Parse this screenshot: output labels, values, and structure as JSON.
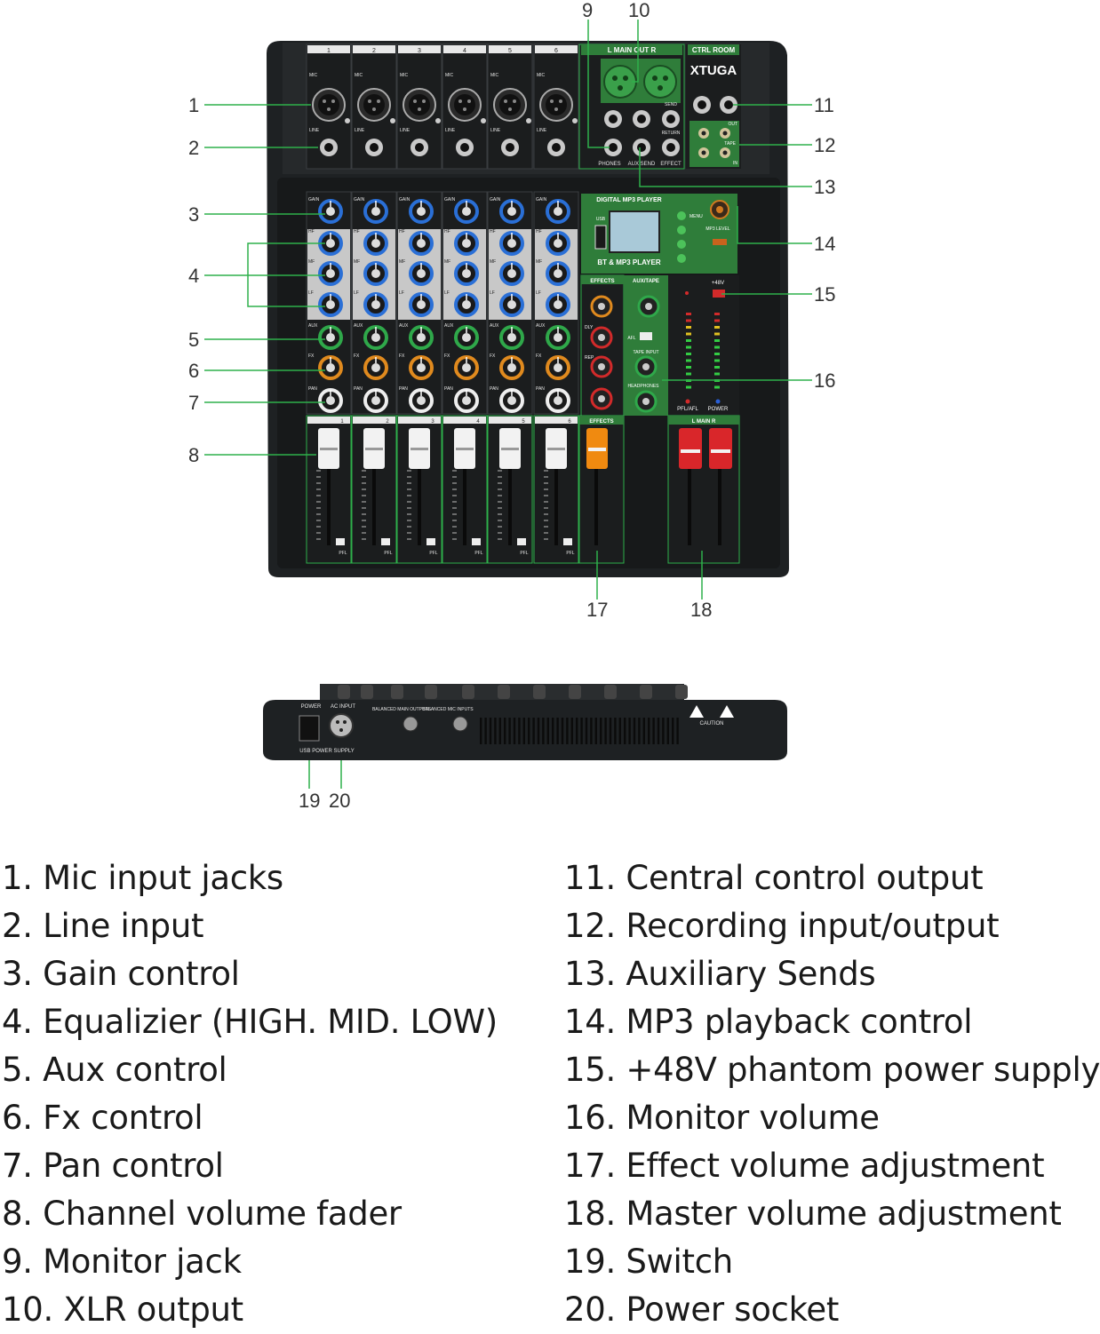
{
  "callouts_top": [
    "1",
    "2",
    "3",
    "4",
    "5",
    "6",
    "7",
    "8",
    "9",
    "10",
    "11",
    "12",
    "13",
    "14",
    "15",
    "16",
    "17",
    "18"
  ],
  "callouts_bottom": [
    "19",
    "20"
  ],
  "mixer": {
    "brand": "XTUGA",
    "channel_numbers": [
      "1",
      "2",
      "3",
      "4",
      "5",
      "6"
    ],
    "jack_labels": {
      "mic": "MIC",
      "line": "LINE"
    },
    "knob_labels": {
      "gain": "GAIN",
      "hf": "HF",
      "mf": "MF",
      "lf": "LF",
      "aux": "AUX",
      "fx": "FX",
      "pan": "PAN"
    },
    "main_out": "L MAIN OUT R",
    "ctrl_room": "CTRL ROOM",
    "phones": "PHONES",
    "aux_send": "AUX SEND",
    "effect": "EFFECT",
    "send": "SEND",
    "return": "RETURN",
    "tape": "TAPE",
    "out": "OUT",
    "in": "IN",
    "mp3_title": "DIGITAL MP3 PLAYER",
    "mp3_sub": "BT & MP3 PLAYER",
    "mp3_level": "MP3 LEVEL",
    "menu": "MENU",
    "usb": "USB",
    "effects": "EFFECTS",
    "aux_tape": "AUX/TAPE",
    "phantom": "+48V",
    "tape_input": "TAPE INPUT",
    "headphones": "HEADPHONES",
    "pfl_afl": "PFL/AFL",
    "power": "POWER",
    "afl": "AFL",
    "dly": "DLY",
    "rep": "REP",
    "pfl": "PFL",
    "l_main_r": "L MAIN R",
    "power_switch": "POWER",
    "ac_input": "AC INPUT",
    "usb_power": "USB POWER SUPPLY",
    "balanced_main": "BALANCED MAIN OUTPUTS",
    "balanced_mic": "BALANCED MIC INPUTS",
    "caution": "CAUTION"
  },
  "legend": {
    "left": [
      "1. Mic input jacks",
      "2. Line input",
      "3. Gain control",
      "4. Equalizier (HIGH. MID. LOW)",
      "5. Aux control",
      "6. Fx control",
      "7. Pan control",
      "8. Channel volume fader",
      "9. Monitor jack",
      "10. XLR output"
    ],
    "right": [
      "11. Central control output",
      "12. Recording input/output",
      "13. Auxiliary Sends",
      "14. MP3 playback control",
      "15. +48V phantom power supply",
      "16. Monitor volume",
      "17. Effect volume adjustment",
      "18. Master volume adjustment",
      "19. Switch",
      "20. Power socket"
    ]
  },
  "colors": {
    "callout_line": "#2eb04b",
    "panel": "#1e2123",
    "green_panel": "#2f7d3a",
    "blue_knob": "#2a6fd6",
    "green_knob": "#2fa84a",
    "orange_knob": "#e08a1e",
    "red_knob": "#d22a2a",
    "white_fader": "#f2f2f2",
    "orange_fader": "#f08a10",
    "red_fader": "#d9262a"
  }
}
